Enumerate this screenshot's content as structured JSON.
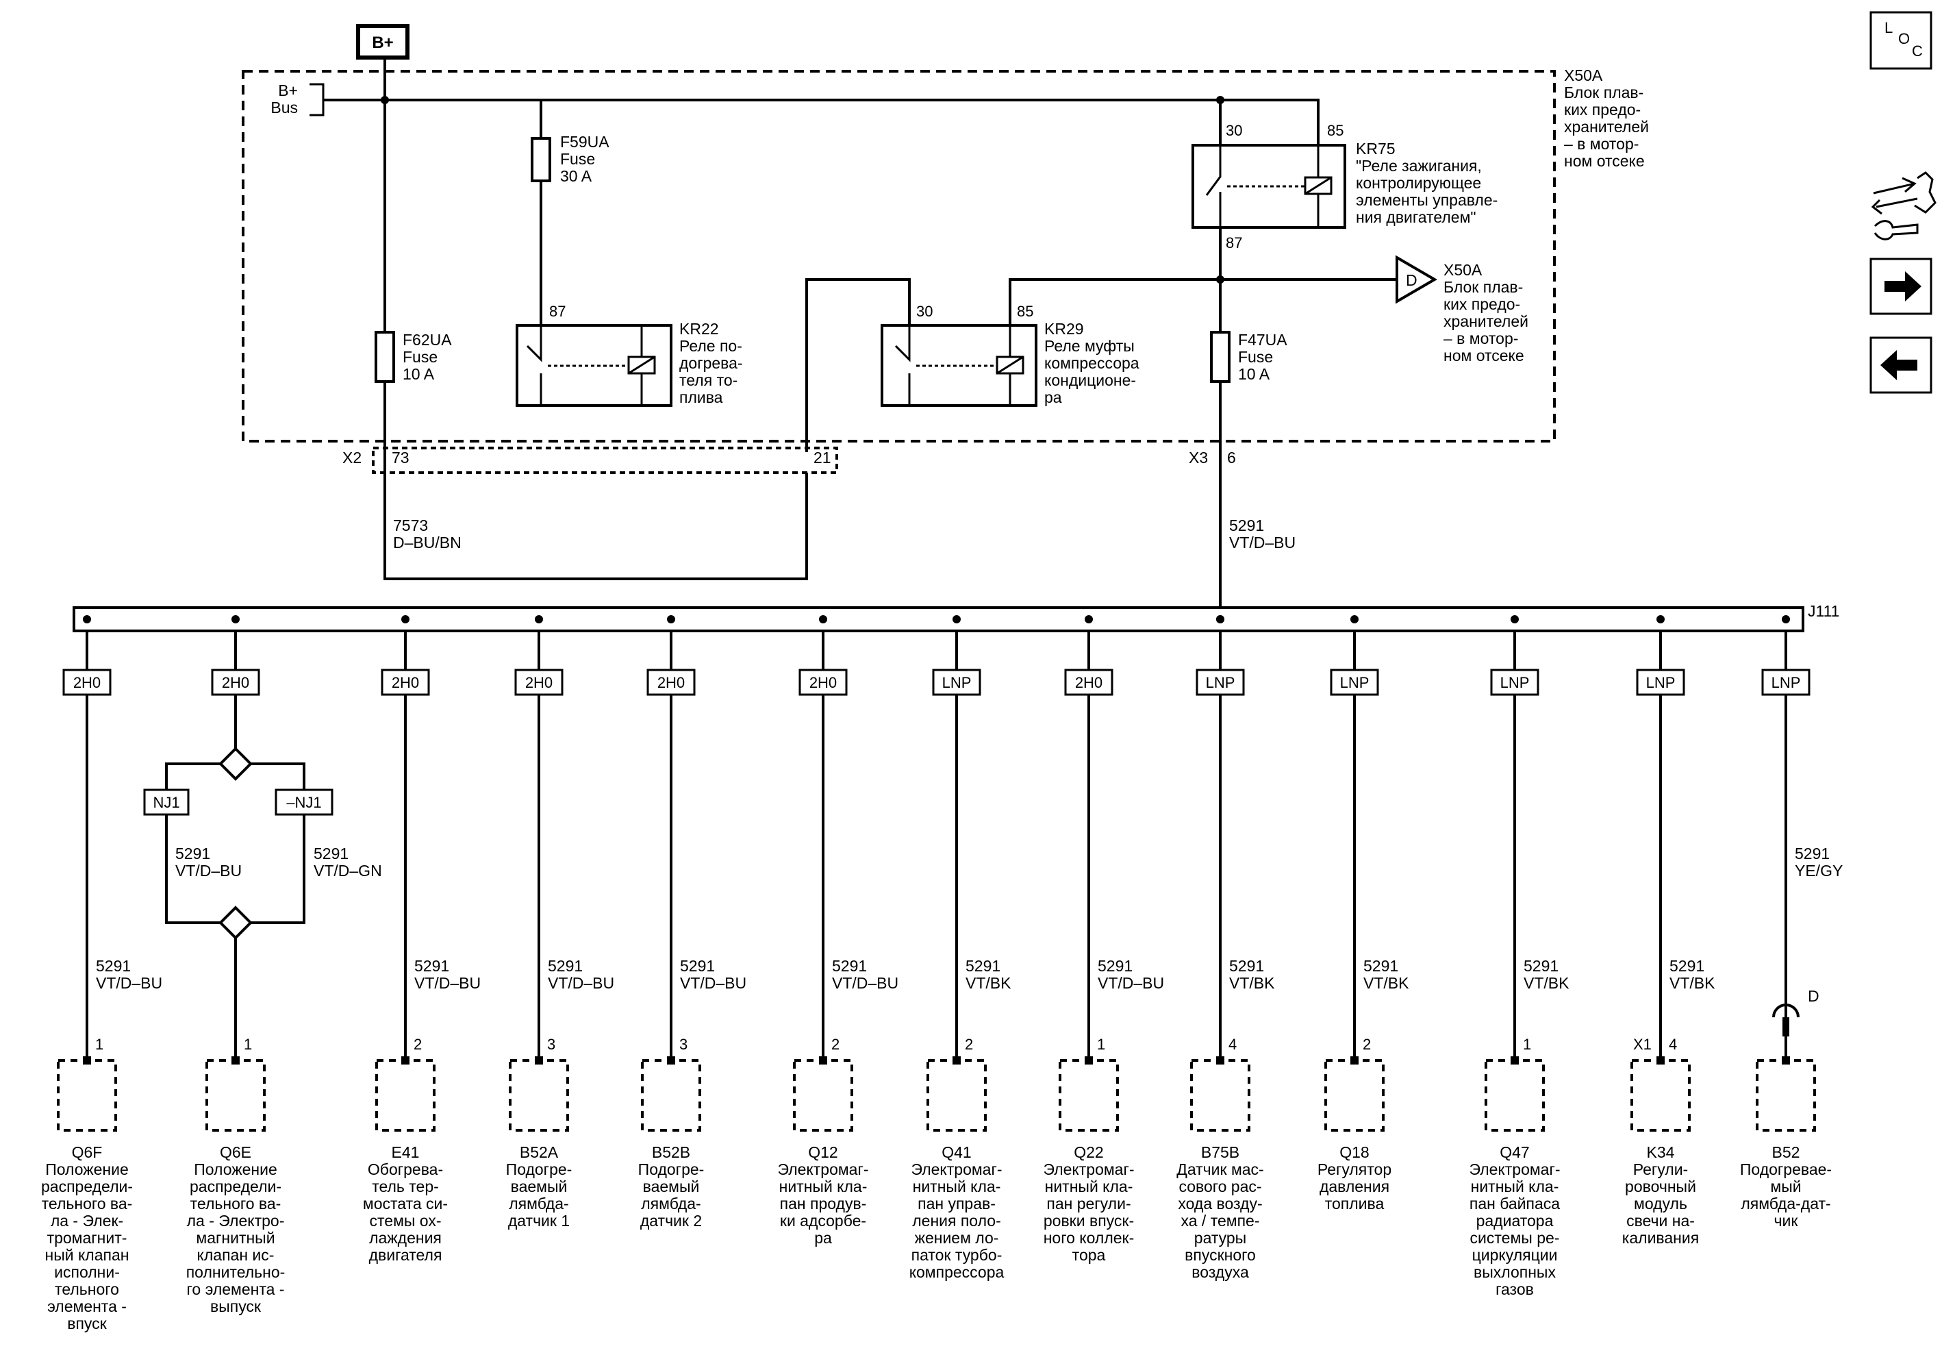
{
  "supply": {
    "battery_label": "B+",
    "bus_label": [
      "B+",
      "Bus"
    ]
  },
  "fuse_block": {
    "label": [
      "X50A",
      "Блок плав-",
      "ких предо-",
      "хранителей",
      "– в мотор-",
      "ном отсеке"
    ],
    "ref_label": [
      "X50A",
      "Блок плав-",
      "ких предо-",
      "хранителей",
      "– в мотор-",
      "ном отсеке"
    ],
    "ref_letter": "D"
  },
  "fuses": {
    "f59ua": [
      "F59UA",
      "Fuse",
      "30 A"
    ],
    "f62ua": [
      "F62UA",
      "Fuse",
      "10 A"
    ],
    "f47ua": [
      "F47UA",
      "Fuse",
      "10 A"
    ]
  },
  "relays": {
    "kr75": {
      "pins": [
        "30",
        "85",
        "87"
      ],
      "label": [
        "KR75",
        "\"Реле зажигания,",
        "контролирующее",
        "элементы управле-",
        "ния двигателем\""
      ]
    },
    "kr22": {
      "pins": [
        "87"
      ],
      "label": [
        "KR22",
        "Реле по-",
        "догрева-",
        "теля то-",
        "плива"
      ]
    },
    "kr29": {
      "pins": [
        "30",
        "85"
      ],
      "label": [
        "KR29",
        "Реле муфты",
        "компрессора",
        "кондиционе-",
        "ра"
      ]
    }
  },
  "connectors": {
    "x2": "X2",
    "x2_pin_a": "73",
    "x2_pin_b": "21",
    "x3": "X3",
    "x3_pin": "6"
  },
  "wires": {
    "w7573": [
      "7573",
      "D–BU/BN"
    ],
    "w5291_main": [
      "5291",
      "VT/D–BU"
    ],
    "splice": "J111"
  },
  "q6e_branch": {
    "left_tag": "NJ1",
    "right_tag": "–NJ1",
    "left_wire": [
      "5291",
      "VT/D–BU"
    ],
    "right_wire": [
      "5291",
      "VT/D–GN"
    ]
  },
  "b52_connector": {
    "letter": "D"
  },
  "branches": [
    {
      "tag": "2H0",
      "wire": [
        "5291",
        "VT/D–BU"
      ],
      "pin": "1",
      "conn": "",
      "label": [
        "Q6F",
        "Положение",
        "распредели-",
        "тельного ва-",
        "ла - Элек-",
        "тромагнит-",
        "ный клапан",
        "исполни-",
        "тельного",
        "элемента -",
        "впуск"
      ]
    },
    {
      "tag": "2H0",
      "wire": [
        "",
        ""
      ],
      "pin": "1",
      "conn": "",
      "label": [
        "Q6E",
        "Положение",
        "распредели-",
        "тельного ва-",
        "ла - Электро-",
        "магнитный",
        "клапан ис-",
        "полнительно-",
        "го элемента -",
        "выпуск"
      ]
    },
    {
      "tag": "2H0",
      "wire": [
        "5291",
        "VT/D–BU"
      ],
      "pin": "2",
      "conn": "",
      "label": [
        "E41",
        "Обогрева-",
        "тель тер-",
        "мостата си-",
        "стемы ох-",
        "лаждения",
        "двигателя"
      ]
    },
    {
      "tag": "2H0",
      "wire": [
        "5291",
        "VT/D–BU"
      ],
      "pin": "3",
      "conn": "",
      "label": [
        "B52A",
        "Подогре-",
        "ваемый",
        "лямбда-",
        "датчик 1"
      ]
    },
    {
      "tag": "2H0",
      "wire": [
        "5291",
        "VT/D–BU"
      ],
      "pin": "3",
      "conn": "",
      "label": [
        "B52B",
        "Подогре-",
        "ваемый",
        "лямбда-",
        "датчик 2"
      ]
    },
    {
      "tag": "2H0",
      "wire": [
        "5291",
        "VT/D–BU"
      ],
      "pin": "2",
      "conn": "",
      "label": [
        "Q12",
        "Электромаг-",
        "нитный кла-",
        "пан продув-",
        "ки адсорбе-",
        "ра"
      ]
    },
    {
      "tag": "LNP",
      "wire": [
        "5291",
        "VT/BK"
      ],
      "pin": "2",
      "conn": "",
      "label": [
        "Q41",
        "Электромаг-",
        "нитный кла-",
        "пан управ-",
        "ления поло-",
        "жением ло-",
        "паток турбо-",
        "компрессора"
      ]
    },
    {
      "tag": "2H0",
      "wire": [
        "5291",
        "VT/D–BU"
      ],
      "pin": "1",
      "conn": "",
      "label": [
        "Q22",
        "Электромаг-",
        "нитный кла-",
        "пан регули-",
        "ровки впуск-",
        "ного коллек-",
        "тора"
      ]
    },
    {
      "tag": "LNP",
      "wire": [
        "5291",
        "VT/BK"
      ],
      "pin": "4",
      "conn": "",
      "label": [
        "B75B",
        "Датчик мас-",
        "сового рас-",
        "хода возду-",
        "ха / темпе-",
        "ратуры",
        "впускного",
        "воздуха"
      ]
    },
    {
      "tag": "LNP",
      "wire": [
        "5291",
        "VT/BK"
      ],
      "pin": "2",
      "conn": "",
      "label": [
        "Q18",
        "Регулятор",
        "давления",
        "топлива"
      ]
    },
    {
      "tag": "LNP",
      "wire": [
        "5291",
        "VT/BK"
      ],
      "pin": "1",
      "conn": "",
      "label": [
        "Q47",
        "Электромаг-",
        "нитный кла-",
        "пан байпаса",
        "радиатора",
        "системы ре-",
        "циркуляции",
        "выхлопных",
        "газов"
      ]
    },
    {
      "tag": "LNP",
      "wire": [
        "5291",
        "VT/BK"
      ],
      "pin": "4",
      "conn": "X1",
      "label": [
        "K34",
        "Регули-",
        "ровочный",
        "модуль",
        "свечи на-",
        "каливания"
      ]
    },
    {
      "tag": "LNP",
      "wire": [
        "5291",
        "YE/GY"
      ],
      "pin": "",
      "conn": "",
      "label": [
        "B52",
        "Подогревае-",
        "мый",
        "лямбда-дат-",
        "чик"
      ]
    }
  ],
  "nav": {
    "loc_letters": [
      "L",
      "O",
      "C"
    ],
    "icons": [
      "harness-connector-icon",
      "forward-arrow-icon",
      "back-arrow-icon"
    ]
  }
}
